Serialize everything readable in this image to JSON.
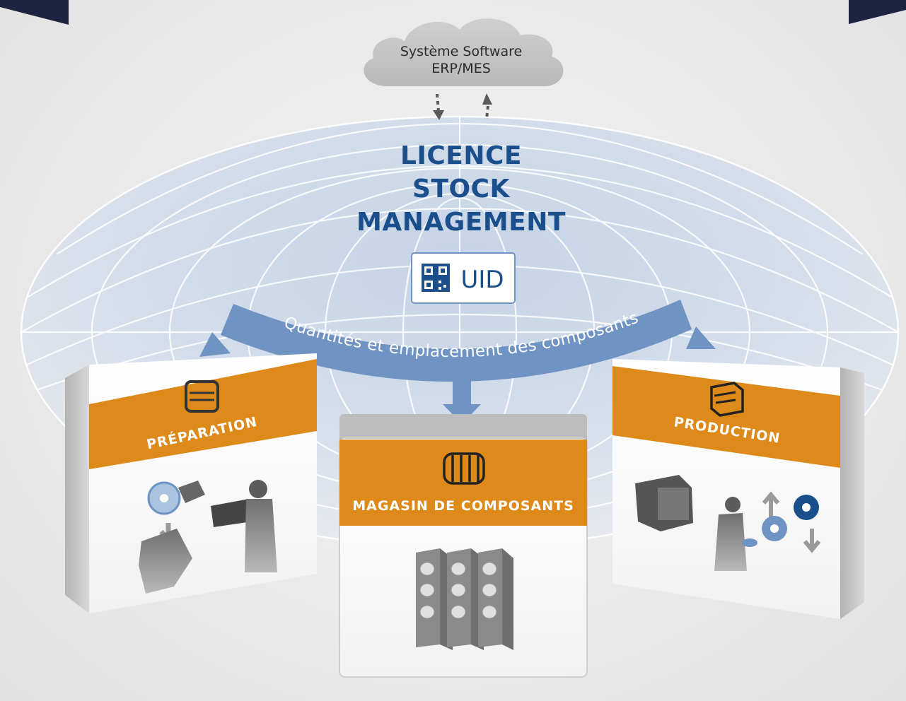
{
  "cloud": {
    "line1": "Système Software",
    "line2": "ERP/MES"
  },
  "license": {
    "line1": "LICENCE",
    "line2": "STOCK",
    "line3": "MANAGEMENT"
  },
  "uid_badge": {
    "label": "UID"
  },
  "flow_label": "Quantités et emplacement des composants",
  "panels": {
    "left": {
      "label": "PRÉPARATION",
      "icon": "drawer-cabinet-icon"
    },
    "center": {
      "label": "MAGASIN DE COMPOSANTS",
      "icon": "reel-stack-icon"
    },
    "right": {
      "label": "PRODUCTION",
      "icon": "feeder-machine-icon"
    }
  },
  "colors": {
    "navy": "#1c2440",
    "brand_blue": "#1b4f8c",
    "flow_blue": "#6f93c2",
    "orange": "#dd8a1b",
    "panel_gray": "#c4c4c4"
  }
}
